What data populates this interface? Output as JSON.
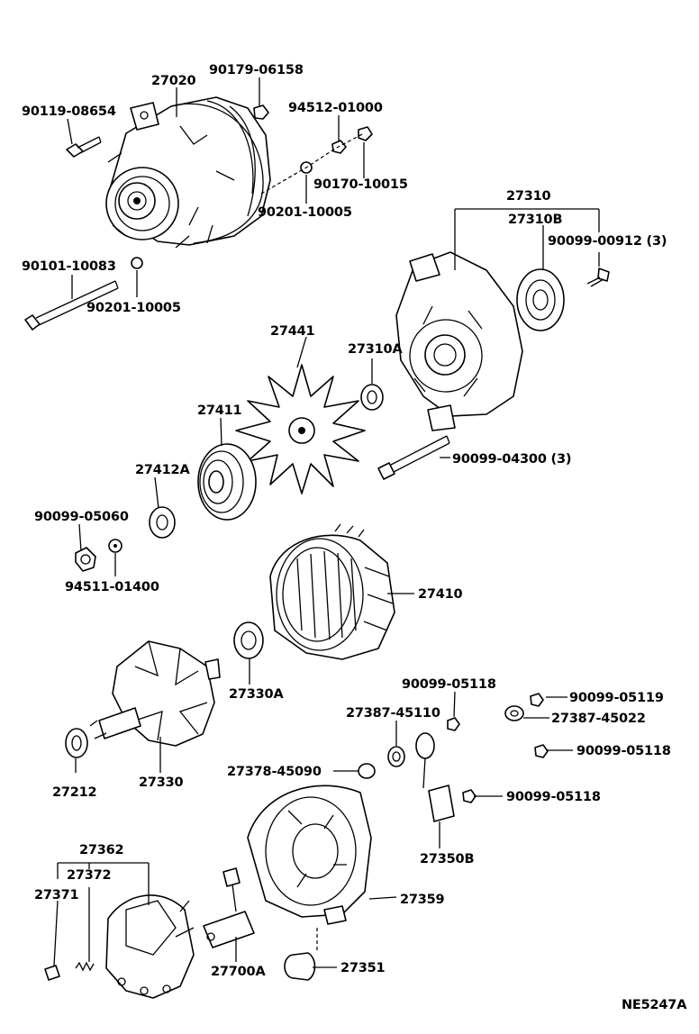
{
  "labels": {
    "p27020": "27020",
    "p90179_06158": "90179-06158",
    "p90119_08654": "90119-08654",
    "p94512_01000": "94512-01000",
    "p90170_10015": "90170-10015",
    "p90201_10005_a": "90201-10005",
    "p90101_10083": "90101-10083",
    "p90201_10005_b": "90201-10005",
    "p27310": "27310",
    "p27310B": "27310B",
    "p90099_00912": "90099-00912 (3)",
    "p27441": "27441",
    "p27310A": "27310A",
    "p27411": "27411",
    "p90099_04300": "90099-04300 (3)",
    "p27412A": "27412A",
    "p90099_05060": "90099-05060",
    "p94511_01400": "94511-01400",
    "p27410": "27410",
    "p27330A": "27330A",
    "p90099_05118_a": "90099-05118",
    "p27387_45110": "27387-45110",
    "p90099_05119": "90099-05119",
    "p27387_45022": "27387-45022",
    "p90099_05118_b": "90099-05118",
    "p27378_45090": "27378-45090",
    "p27212": "27212",
    "p27330": "27330",
    "p90099_05118_c": "90099-05118",
    "p27350B": "27350B",
    "p27362": "27362",
    "p27372": "27372",
    "p27371": "27371",
    "p27359": "27359",
    "p27700A": "27700A",
    "p27351": "27351",
    "code": "NE5247A"
  }
}
